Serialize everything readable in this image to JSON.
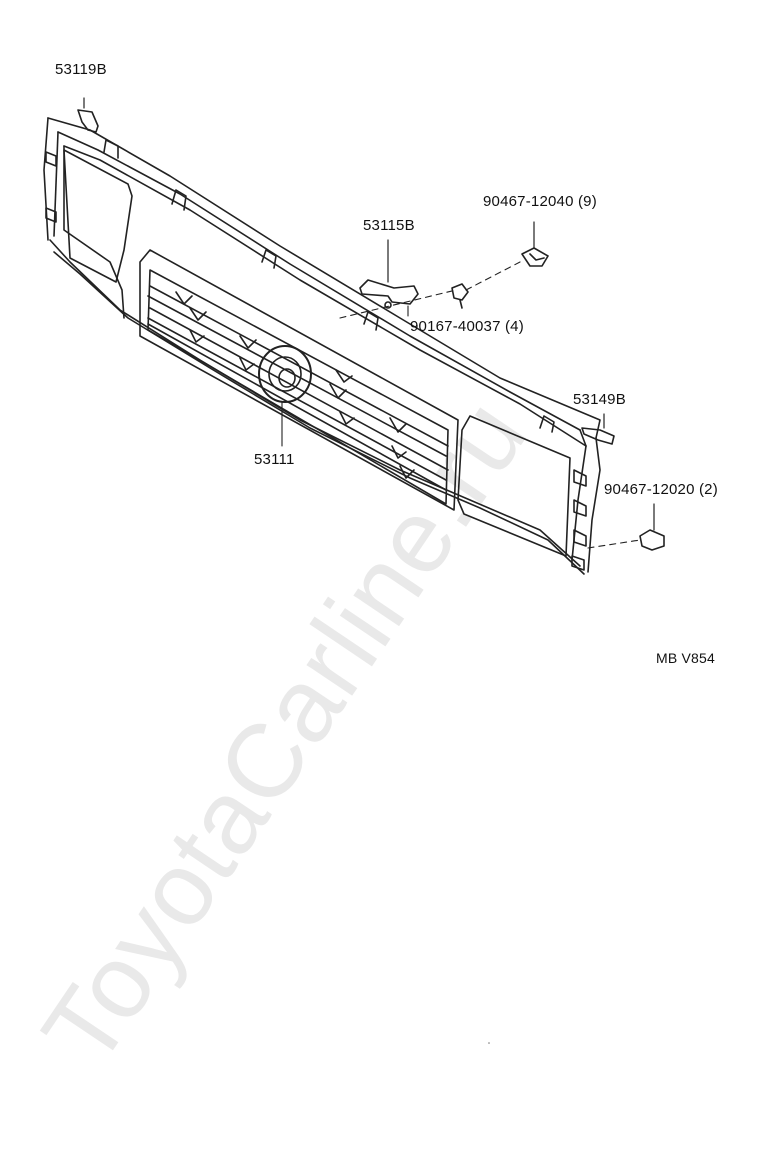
{
  "diagram": {
    "parts": {
      "p53119b": "53119B",
      "p53115b": "53115B",
      "p90467_12040": "90467-12040 (9)",
      "p90167_40037": "90167-40037 (4)",
      "p53149b": "53149B",
      "p53111": "53111",
      "p90467_12020": "90467-12020 (2)"
    },
    "figure_code": "MB V854"
  },
  "watermark": "ToyotaCarline.ru"
}
